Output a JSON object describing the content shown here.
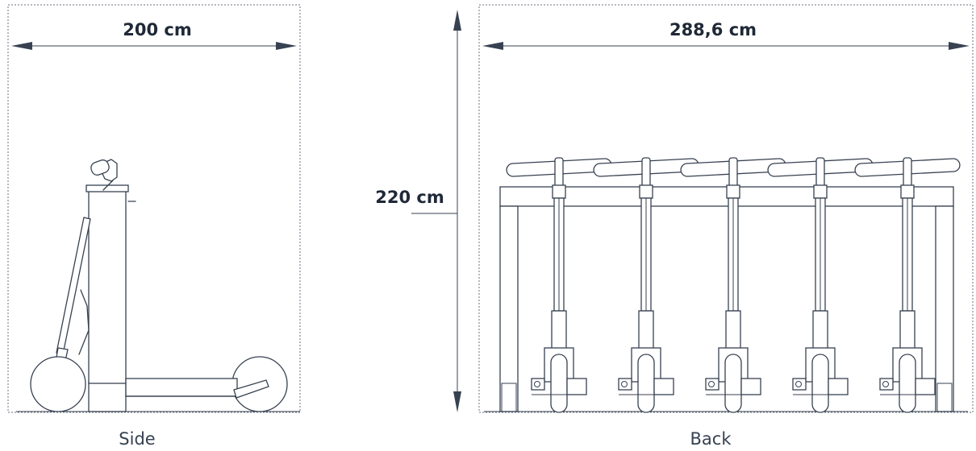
{
  "dimensions": {
    "side_width": "200 cm",
    "back_width": "288,6 cm",
    "height": "220 cm"
  },
  "views": {
    "side": "Side",
    "back": "Back"
  },
  "colors": {
    "line": "#374151",
    "frame": "#6b7280",
    "background": "#ffffff"
  }
}
